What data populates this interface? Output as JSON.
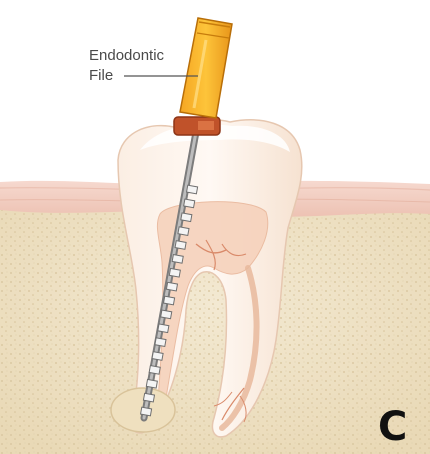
{
  "figure": {
    "label_line1": "Endodontic",
    "label_line2": "File",
    "panel_letter": "C"
  }
}
